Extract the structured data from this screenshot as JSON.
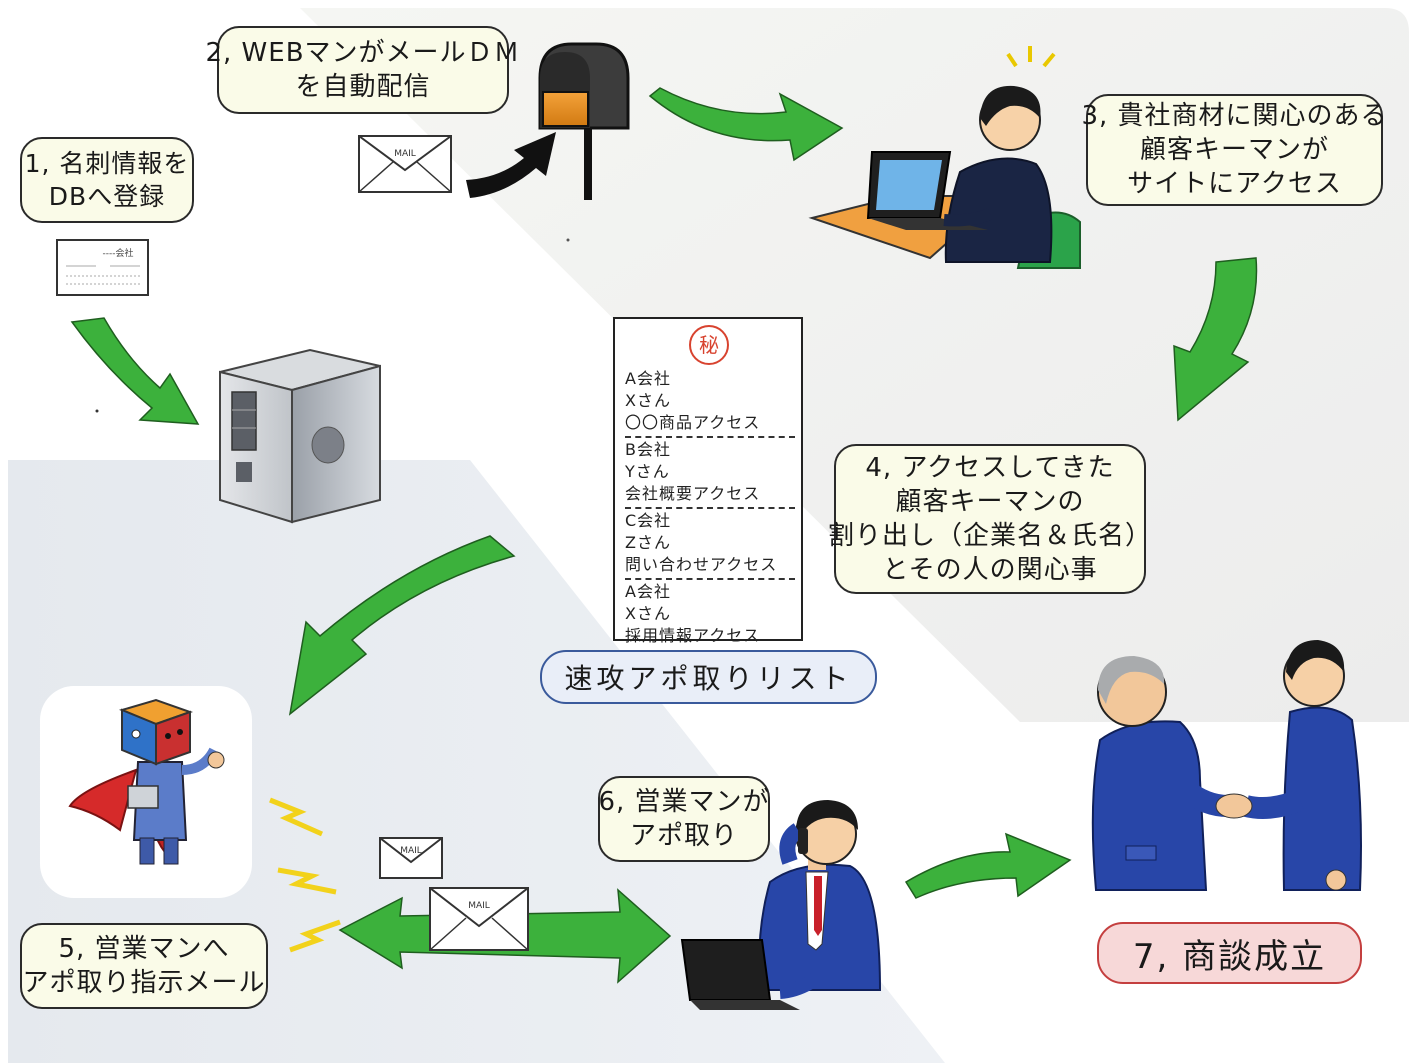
{
  "steps": {
    "step1": [
      "1, 名刺情報を",
      "DBへ登録"
    ],
    "step2": [
      "2, WEBマンがメールＤＭ",
      "を自動配信"
    ],
    "step3": [
      "3, 貴社商材に関心のある",
      "顧客キーマンが",
      "サイトにアクセス"
    ],
    "step4": [
      "4, アクセスしてきた",
      "顧客キーマンの",
      "割り出し（企業名＆氏名）",
      "とその人の関心事"
    ],
    "step5": [
      "5, 営業マンへ",
      "アポ取り指示メール"
    ],
    "step6": [
      "6, 営業マンが",
      "アポ取り"
    ],
    "step7": "7, 商談成立"
  },
  "secret_list": {
    "seal": "秘",
    "entries": [
      {
        "company": "A会社",
        "person": "Xさん",
        "interest": "〇〇商品アクセス"
      },
      {
        "company": "B会社",
        "person": "Yさん",
        "interest": "会社概要アクセス"
      },
      {
        "company": "C会社",
        "person": "Zさん",
        "interest": "問い合わせアクセス"
      },
      {
        "company": "A会社",
        "person": "Xさん",
        "interest": "採用情報アクセス"
      }
    ],
    "caption": "速攻アポ取りリスト"
  },
  "business_card": {
    "company": "----会社"
  },
  "mail_label": "MAIL",
  "colors": {
    "arrow_green": "#3cb13c",
    "callout_fill": "#fafbe8",
    "caption_border": "#3a5a9c",
    "deal_fill": "#f7d8d8",
    "deal_border": "#c43f3f",
    "suit_blue": "#2846a8",
    "desk_orange": "#f0a040"
  },
  "icons": [
    "business-card-icon",
    "server-icon",
    "mailbox-icon",
    "envelope-icon",
    "laptop-user-icon",
    "mascot-icon",
    "salesman-phone-icon",
    "handshake-icon",
    "lightning-icon"
  ]
}
